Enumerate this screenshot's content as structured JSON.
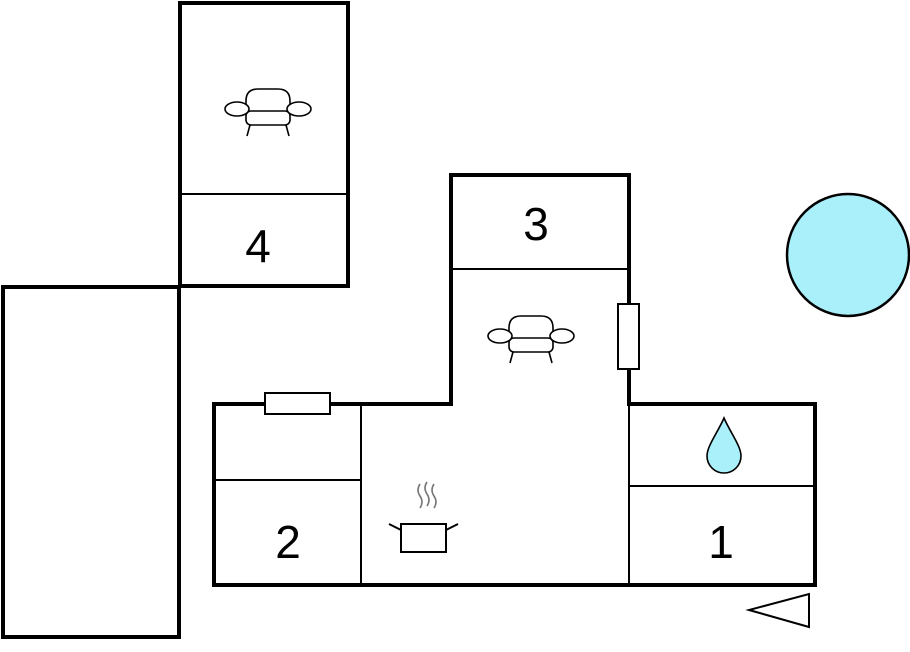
{
  "floorplan": {
    "rooms": [
      {
        "id": "room-1",
        "number": "1"
      },
      {
        "id": "room-2",
        "number": "2"
      },
      {
        "id": "room-3",
        "number": "3"
      },
      {
        "id": "room-4",
        "number": "4"
      }
    ],
    "icons": {
      "sofa": "sofa-icon",
      "cooking_pot": "cooking-pot-icon",
      "water_drop": "water-drop-icon",
      "pool": "pool-icon",
      "entrance": "entrance-arrow-icon"
    },
    "colors": {
      "wall": "#000000",
      "water": "#aaf0fa",
      "background": "#ffffff"
    }
  }
}
